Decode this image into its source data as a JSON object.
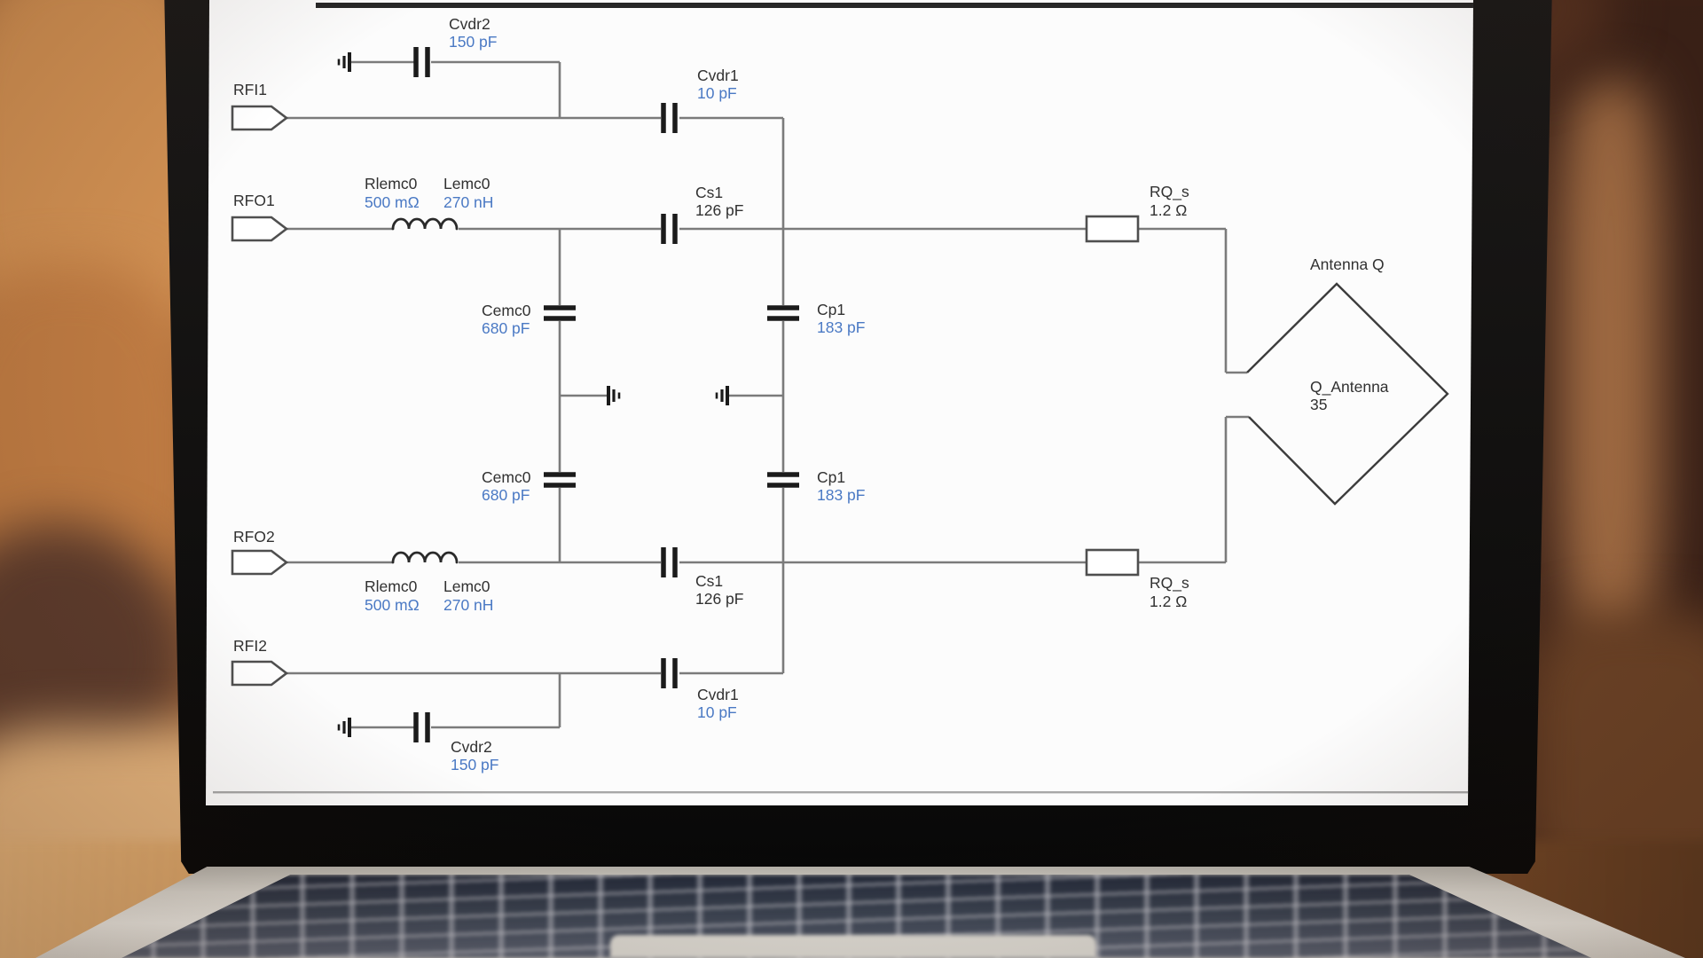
{
  "schematic": {
    "ports": {
      "rfi1": {
        "label": "RFI1"
      },
      "rfo1": {
        "label": "RFO1"
      },
      "rfo2": {
        "label": "RFO2"
      },
      "rfi2": {
        "label": "RFI2"
      }
    },
    "components": {
      "cvdr2_top": {
        "name": "Cvdr2",
        "value": "150 pF"
      },
      "cvdr1_top": {
        "name": "Cvdr1",
        "value": "10 pF"
      },
      "rlemc0_top": {
        "name": "Rlemc0",
        "value": "500 mΩ"
      },
      "lemc0_top": {
        "name": "Lemc0",
        "value": "270 nH"
      },
      "cs1_top": {
        "name": "Cs1",
        "value": "126 pF"
      },
      "cemc0_top": {
        "name": "Cemc0",
        "value": "680 pF"
      },
      "cp1_top": {
        "name": "Cp1",
        "value": "183 pF"
      },
      "rqs_top": {
        "name": "RQ_s",
        "value": "1.2 Ω"
      },
      "cemc0_bottom": {
        "name": "Cemc0",
        "value": "680 pF"
      },
      "cp1_bottom": {
        "name": "Cp1",
        "value": "183 pF"
      },
      "rlemc0_bottom": {
        "name": "Rlemc0",
        "value": "500 mΩ"
      },
      "lemc0_bottom": {
        "name": "Lemc0",
        "value": "270 nH"
      },
      "cs1_bottom": {
        "name": "Cs1",
        "value": "126 pF"
      },
      "rqs_bottom": {
        "name": "RQ_s",
        "value": "1.2 Ω"
      },
      "cvdr1_bottom": {
        "name": "Cvdr1",
        "value": "10 pF"
      },
      "cvdr2_bottom": {
        "name": "Cvdr2",
        "value": "150 pF"
      }
    },
    "antenna": {
      "title": "Antenna Q",
      "name": "Q_Antenna",
      "value": "35"
    },
    "colors": {
      "value_text": "#4a79c4",
      "label_text": "#313131",
      "wire": "#7b7b7b",
      "symbol_dark": "#1b1b1b"
    }
  }
}
